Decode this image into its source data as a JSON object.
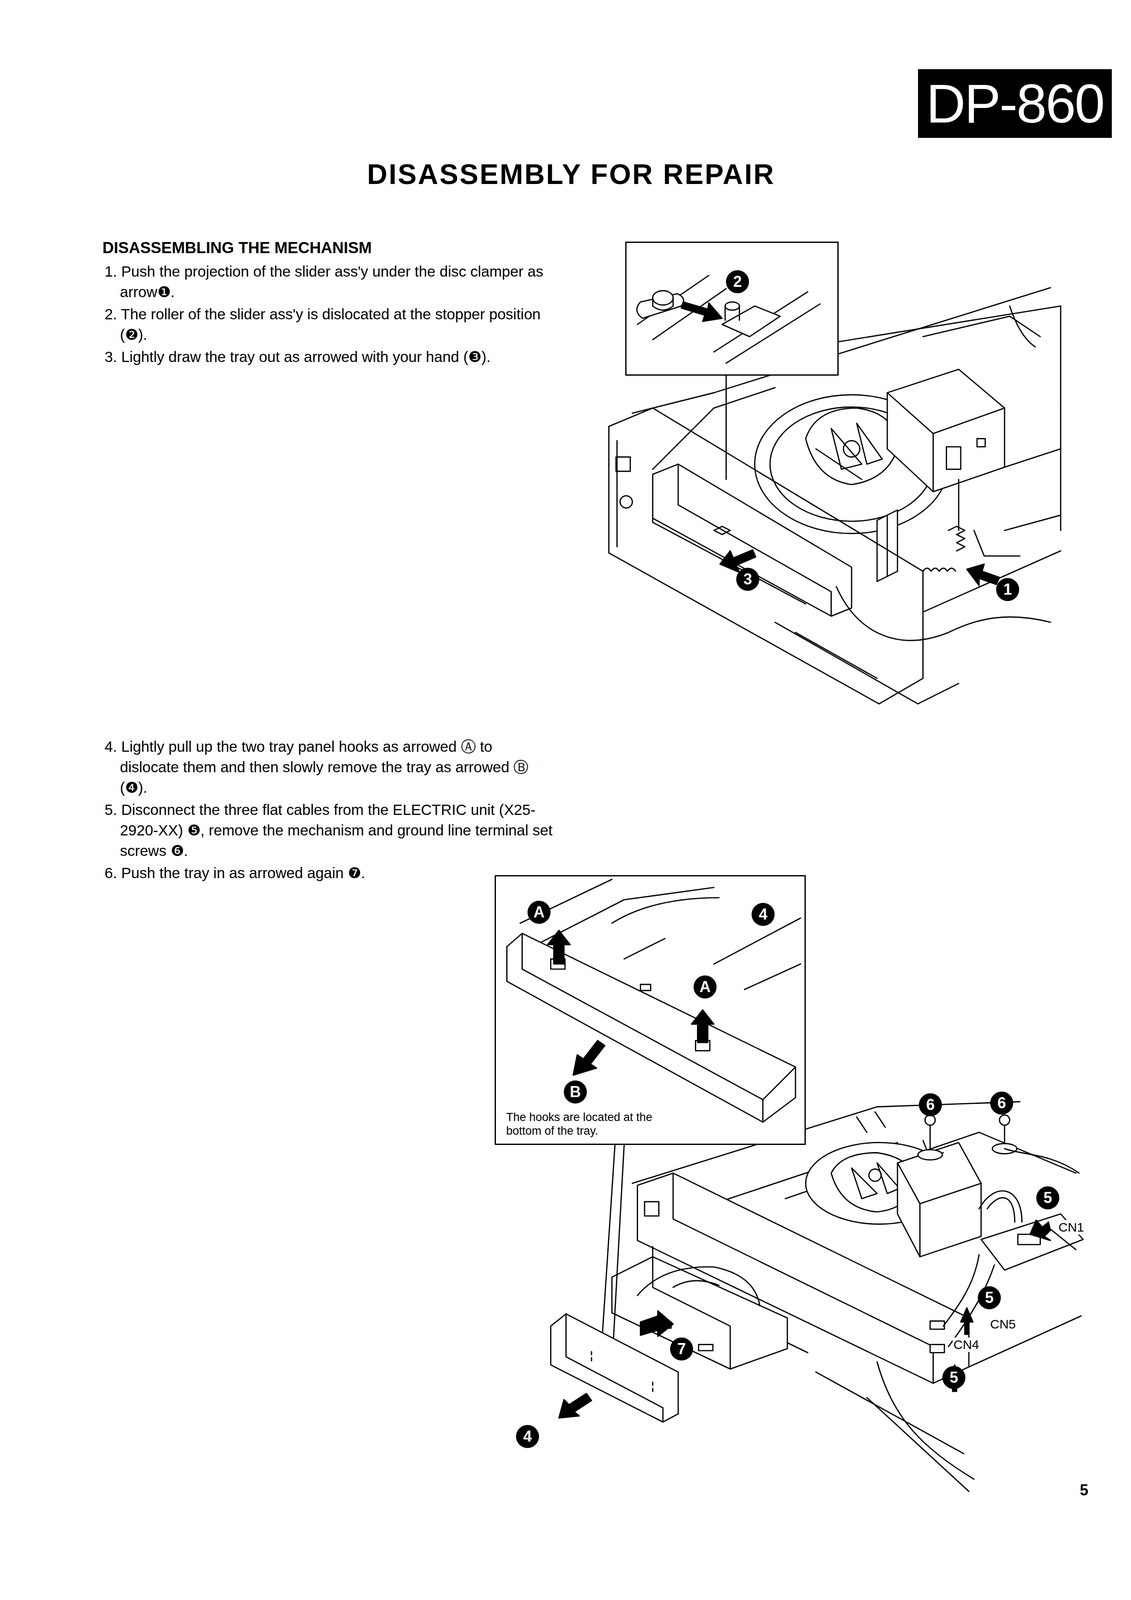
{
  "diagram": {
    "title": "DISASSEMBLY FOR REPAIR",
    "nodes": [
      {
        "text": [
          "DP-860"
        ]
      },
      {
        "text": [
          "2"
        ]
      },
      {
        "text": [
          "4",
          "A",
          "A",
          "B",
          "The hooks are located at the bottom of the tray."
        ]
      }
    ],
    "labels": [
      "DISASSEMBLING THE MECHANISM",
      "1. Push the projection of the slider ass'y under the disc clamper as arrow❶.",
      "2. The roller of the slider ass'y is dislocated at the stopper position (❷).",
      "3. Lightly draw the tray out as arrowed with your hand (❸).",
      "4. Lightly pull up the two tray panel hooks as arrowed Ⓐ to dislocate them and then slowly remove the tray as arrowed Ⓑ (❹).",
      "5. Disconnect the three flat cables from the ELECTRIC unit (X25-2920-XX) ❺, remove the mechanism and ground line terminal set screws ❻.",
      "6. Push the tray in as arrowed again ❼.",
      "1",
      "3",
      "6",
      "6",
      "5",
      "CN1",
      "5",
      "CN5",
      "CN4",
      "5",
      "7",
      "4",
      "5"
    ]
  }
}
